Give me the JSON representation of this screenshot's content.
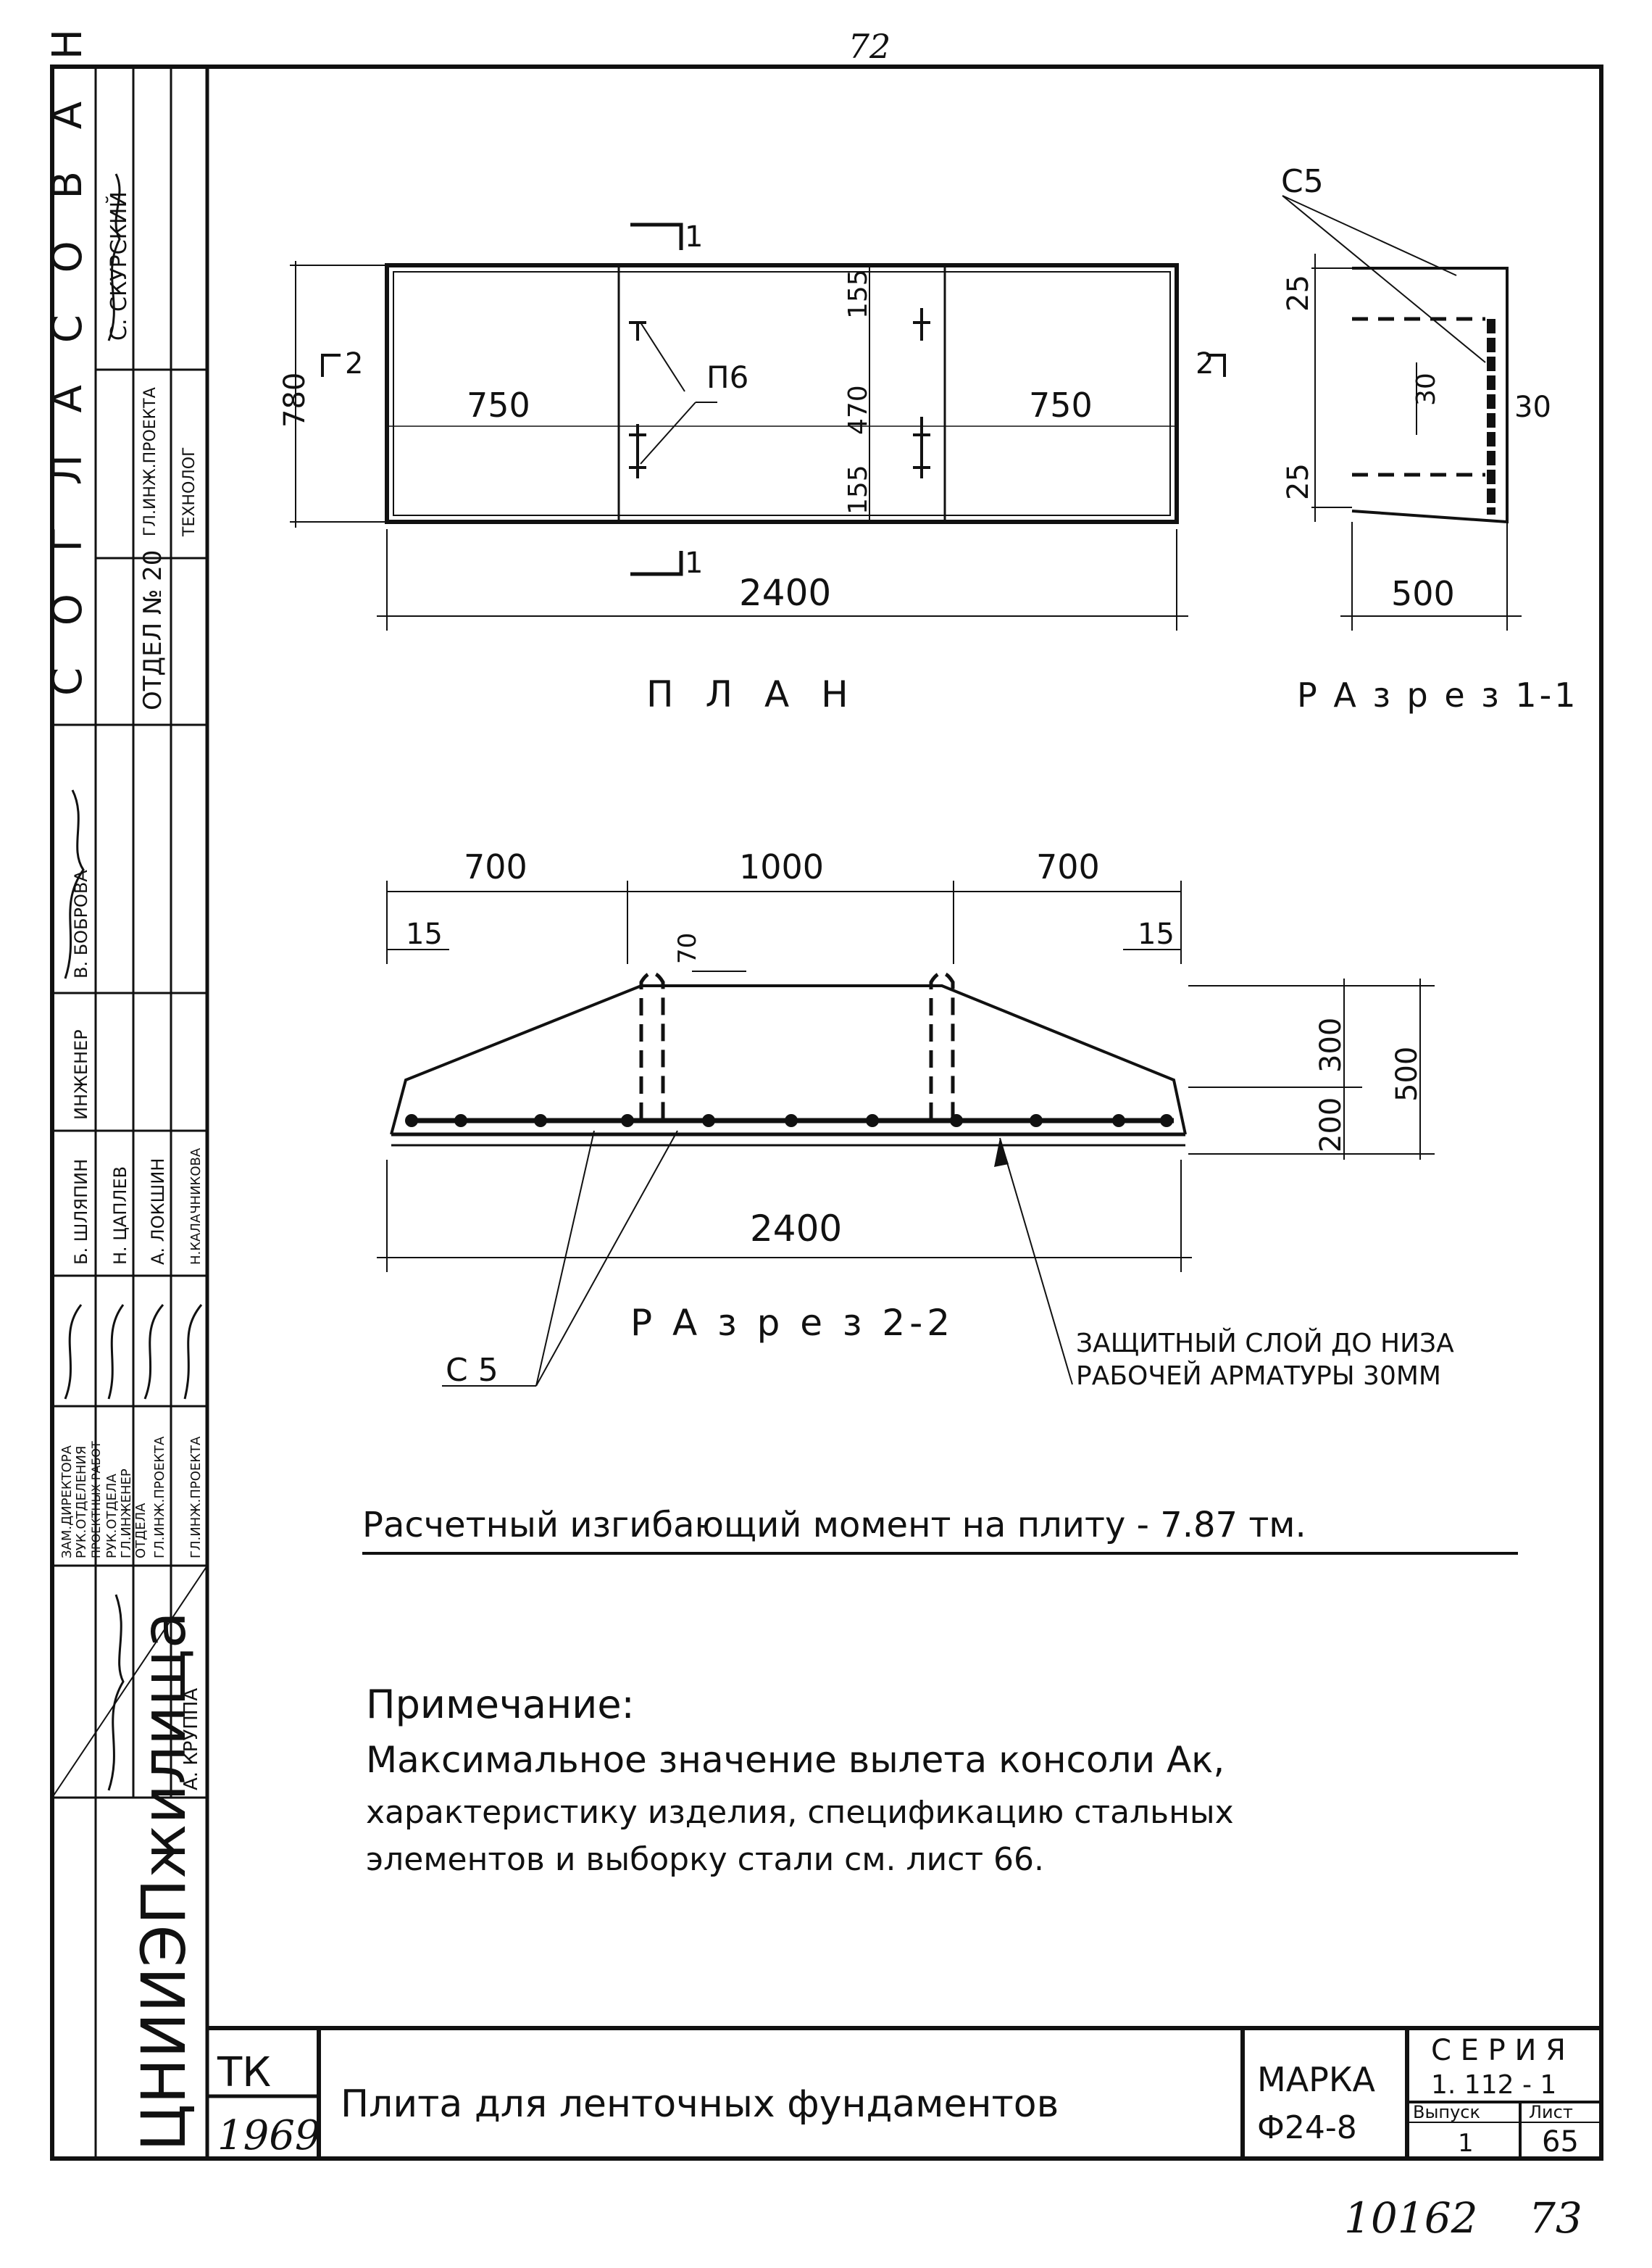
{
  "page_top_number": "72",
  "plan": {
    "title": "П Л А Н",
    "dim_width_left": "750",
    "dim_width_right": "750",
    "dim_height": "780",
    "dim_total": "2400",
    "dim_top": "155",
    "dim_middle": "470",
    "dim_bottom": "155",
    "item_label": "П6",
    "cut1_label": "1",
    "cut2_label": "2"
  },
  "section1": {
    "title": "Р А з р е з 1-1",
    "label_c5": "С5",
    "dim_top": "25",
    "dim_bottom": "25",
    "dim_30_vertical": "30",
    "dim_30_side": "30",
    "dim_width": "500"
  },
  "section2": {
    "title": "Р А з р е з 2-2",
    "dim_left": "700",
    "dim_middle": "1000",
    "dim_right": "700",
    "dim_edge_left": "15",
    "dim_edge_right": "15",
    "dim_loop": "70",
    "dim_total": "2400",
    "dim_300": "300",
    "dim_200": "200",
    "dim_500": "500",
    "label_c5": "С 5",
    "protect_line1": "ЗАЩИТНЫЙ СЛОЙ ДО НИЗА",
    "protect_line2": "РАБОЧЕЙ АРМАТУРЫ 30ММ"
  },
  "moment_text": "Расчетный изгибающий момент на плиту - 7.87 тм.",
  "note": {
    "heading": "Примечание:",
    "line1": "Максимальное значение вылета консоли Ак,",
    "line2": "характеристику изделия, спецификацию стальных",
    "line3": "элементов и выборку стали см. лист 66."
  },
  "sidebar": {
    "header": "С О Г Л А С О В А Н О",
    "surname1": "С. СКУРСКИЙ",
    "role1": "ГЛ.ИНЖ.ПРОЕКТА",
    "role1b": "ТЕХНОЛОГ",
    "dept": "ОТДЕЛ № 20",
    "bobrova": "В. БОБРОВА",
    "engineer": "ИНЖЕНЕР",
    "shlyapin": "Б. ШЛЯПИН",
    "chaplev": "Н. ЦАПЛЕВ",
    "lokshin": "А. ЛОКШИН",
    "kalachnikova": "Н.КАЛАЧНИКОВА",
    "role2": "ЗАМ.ДИРЕКТОРА",
    "role3": "РУК.ОТДЕЛЕНИЯ",
    "role4": "ПРОЕКТНЫХ РАБОТ",
    "role5": "РУК.ОТДЕЛА",
    "role6": "ГЛ.ИНЖЕНЕР",
    "role7": "ОТДЕЛА",
    "role8": "ГЛ.ИНЖ.ПРОЕКТА",
    "role9": "ГЛ.ИНЖ.ПРОЕКТА",
    "kruppa": "А. КРУППА",
    "org": "ЦНИИЭПжилища"
  },
  "title_block": {
    "tk": "ТК",
    "year": "1969",
    "title": "Плита для ленточных фундаментов",
    "marka_label": "МАРКА",
    "marka_value": "Ф24-8",
    "series_label": "С Е Р И Я",
    "series_value": "1. 112 - 1",
    "vypusk_label": "Выпуск",
    "vypusk_value": "1",
    "list_label": "Лист",
    "list_value": "65"
  },
  "footer_number1": "10162",
  "footer_number2": "73"
}
